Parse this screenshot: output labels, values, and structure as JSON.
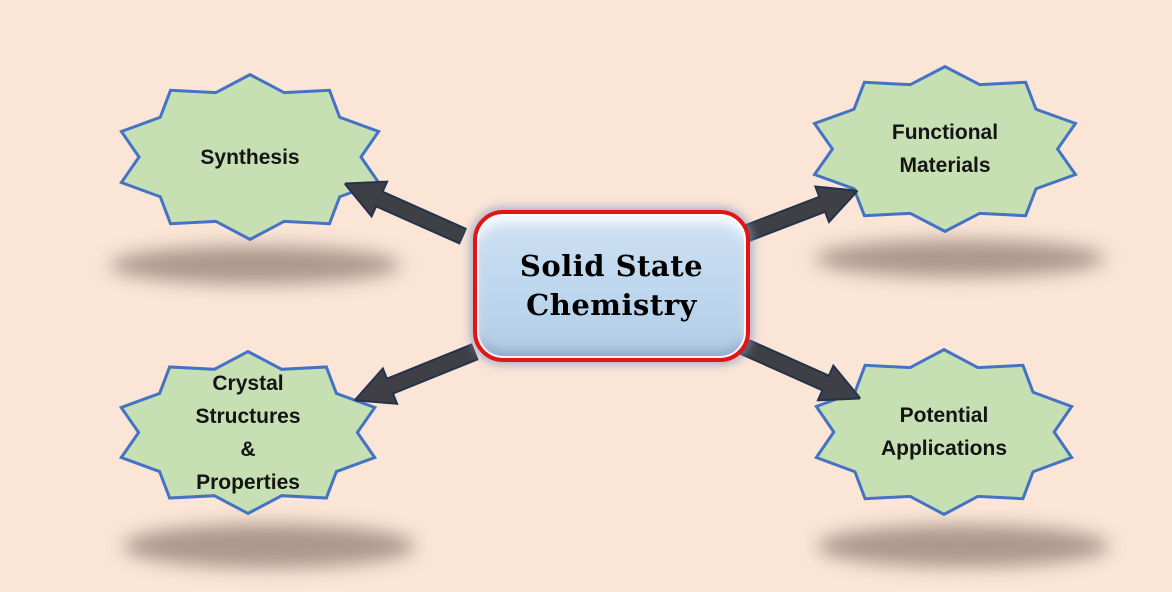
{
  "diagram": {
    "center": {
      "title": "Solid State\nChemistry"
    },
    "nodes": {
      "synthesis": {
        "label": "Synthesis"
      },
      "functional_materials": {
        "label": "Functional\nMaterials"
      },
      "crystal_structures": {
        "label": "Crystal\nStructures\n&\nProperties"
      },
      "potential_applications": {
        "label": "Potential\nApplications"
      }
    },
    "colors": {
      "background": "#fbe5d6",
      "star_fill": "#c6e0b4",
      "star_border": "#4472c4",
      "center_fill": "#bdd7ee",
      "center_border": "#e31414",
      "arrow_fill": "#3f4045",
      "arrow_outline": "#24324e",
      "text": "#141414",
      "shadow": "#5f4f41"
    }
  }
}
